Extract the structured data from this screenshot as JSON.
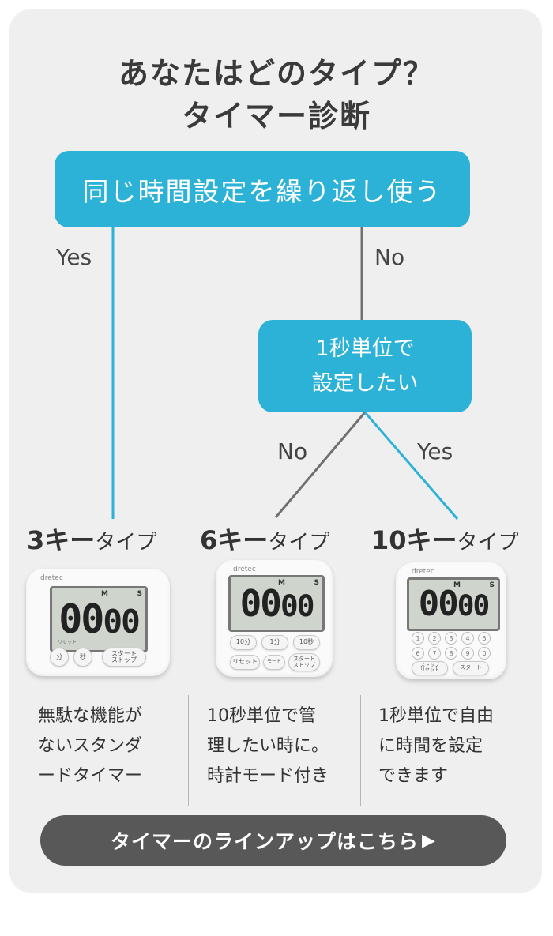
{
  "title": {
    "line1": "あなたはどのタイプ？",
    "line2": "タイマー診断"
  },
  "q1": {
    "text": "同じ時間設定を繰り返し使う",
    "yes": "Yes",
    "no": "No"
  },
  "q2": {
    "line1": "1秒単位で",
    "line2": "設定したい",
    "no": "No",
    "yes": "Yes"
  },
  "types": [
    {
      "strong": "3キー",
      "suffix": "タイプ",
      "desc": [
        "無駄な機能が",
        "ないスタンダ",
        "ードタイマー"
      ]
    },
    {
      "strong": "6キー",
      "suffix": "タイプ",
      "desc": [
        "10秒単位で管",
        "理したい時に。",
        "時計モード付き"
      ]
    },
    {
      "strong": "10キー",
      "suffix": "タイプ",
      "desc": [
        "1秒単位で自由",
        "に時間を設定",
        "できます"
      ]
    }
  ],
  "timers": {
    "brand": "dretec",
    "display": {
      "big": "00",
      "small": "00",
      "m": "M",
      "s": "S"
    },
    "t3": {
      "reset_note": "リセット",
      "min": "分",
      "sec": "秒",
      "start_stop": "スタート\nストップ"
    },
    "t6": {
      "k10m": "10分",
      "k1m": "1分",
      "k10s": "10秒",
      "reset": "リセット",
      "mode": "モード",
      "start_stop": "スタート\nストップ"
    },
    "t10": {
      "keys": [
        "1",
        "2",
        "3",
        "4",
        "5",
        "6",
        "7",
        "8",
        "9",
        "0"
      ],
      "stop_reset": "ストップ\nリセット",
      "start": "スタート"
    }
  },
  "lineup_button": {
    "label": "タイマーのラインアップはこちら",
    "arrow": "▶"
  },
  "colors": {
    "blue": "#2cb2d6",
    "gray_line": "#707070",
    "card_bg": "#efefef",
    "button_bg": "#585858"
  }
}
